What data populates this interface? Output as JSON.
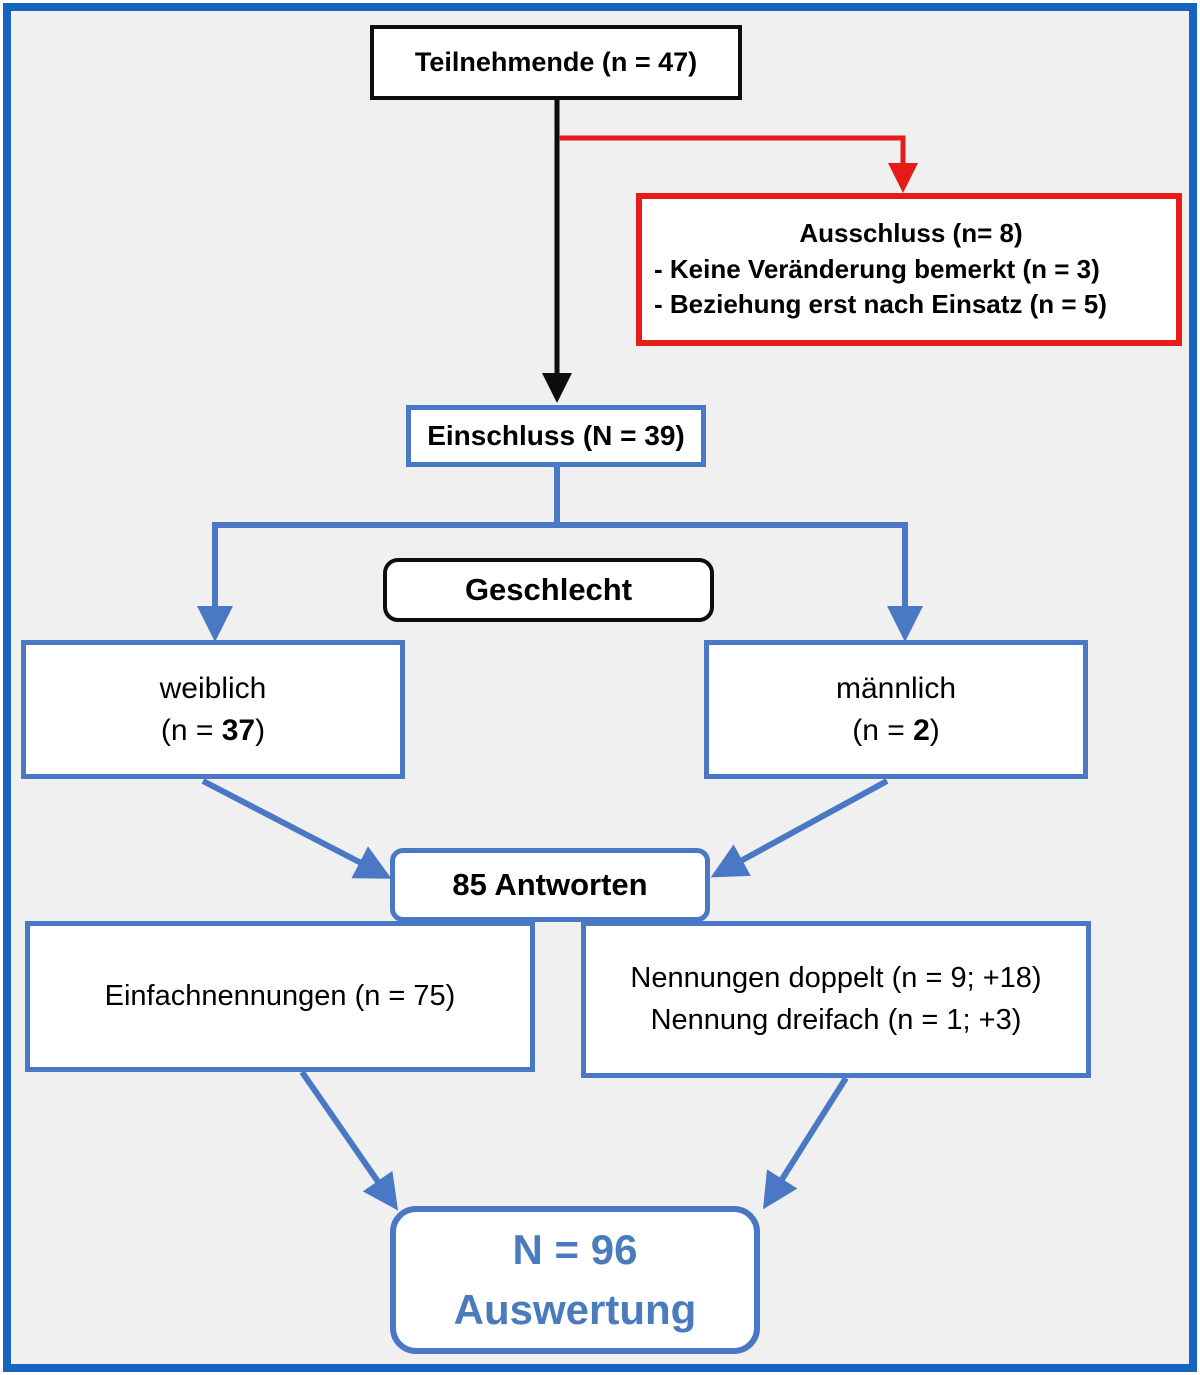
{
  "colors": {
    "frame": "#1565c0",
    "node_border": "#4a78c4",
    "accent_text": "#4a7bbd",
    "exclusion_border": "#e81b1b",
    "canvas_bg": "#f0f0f1",
    "node_fill": "#ffffff",
    "text": "#000000"
  },
  "nodes": {
    "participants": {
      "label": "Teilnehmende (n = 47)"
    },
    "exclusion": {
      "title": "Ausschluss (n= 8)",
      "items": [
        "- Keine Veränderung bemerkt (n = 3)",
        "- Beziehung erst nach Einsatz (n = 5)"
      ]
    },
    "inclusion": {
      "label": "Einschluss (N = 39)"
    },
    "gender": {
      "label": "Geschlecht"
    },
    "female": {
      "name": "weiblich",
      "count_prefix": "(n = ",
      "count_value": "37",
      "count_suffix": ")"
    },
    "male": {
      "name": "männlich",
      "count_prefix": "(n = ",
      "count_value": "2",
      "count_suffix": ")"
    },
    "answers": {
      "label": "85 Antworten"
    },
    "single": {
      "label": "Einfachnennungen (n = 75)"
    },
    "multiple": {
      "line1": "Nennungen doppelt (n = 9; +18)",
      "line2": "Nennung dreifach (n = 1; +3)"
    },
    "total": {
      "line1": "N = 96",
      "line2": "Auswertung"
    }
  }
}
